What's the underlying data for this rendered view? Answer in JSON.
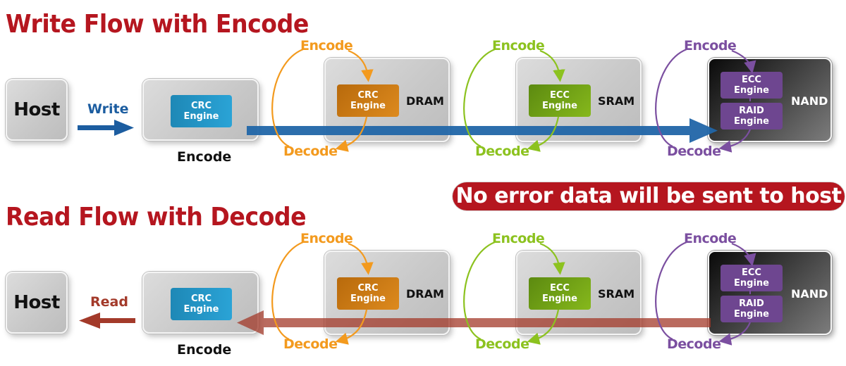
{
  "write_flow": {
    "title": "Write Flow with Encode",
    "host_label": "Host",
    "arrow_label": "Write",
    "host_side_engine": {
      "name": "CRC\nEngine",
      "line1": "CRC",
      "line2": "Engine",
      "caption": "Encode"
    },
    "stages": [
      {
        "memory": "DRAM",
        "engines": [
          {
            "line1": "CRC",
            "line2": "Engine"
          }
        ],
        "encode_label": "Encode",
        "decode_label": "Decode",
        "color": "#f39a1e"
      },
      {
        "memory": "SRAM",
        "engines": [
          {
            "line1": "ECC",
            "line2": "Engine"
          }
        ],
        "encode_label": "Encode",
        "decode_label": "Decode",
        "color": "#8cc21f"
      },
      {
        "memory": "NAND",
        "engines": [
          {
            "line1": "ECC",
            "line2": "Engine"
          },
          {
            "line1": "RAID",
            "line2": "Engine"
          }
        ],
        "encode_label": "Encode",
        "decode_label": "Decode",
        "color": "#7b4fa0"
      }
    ],
    "arrow_color": "#1f67a8"
  },
  "banner": {
    "text": "No error data will be sent to host",
    "color": "#b5161f"
  },
  "read_flow": {
    "title": "Read Flow with Decode",
    "host_label": "Host",
    "arrow_label": "Read",
    "host_side_engine": {
      "line1": "CRC",
      "line2": "Engine",
      "caption": "Encode"
    },
    "stages": [
      {
        "memory": "DRAM",
        "engines": [
          {
            "line1": "CRC",
            "line2": "Engine"
          }
        ],
        "encode_label": "Encode",
        "decode_label": "Decode",
        "color": "#f39a1e"
      },
      {
        "memory": "SRAM",
        "engines": [
          {
            "line1": "ECC",
            "line2": "Engine"
          }
        ],
        "encode_label": "Encode",
        "decode_label": "Decode",
        "color": "#8cc21f"
      },
      {
        "memory": "NAND",
        "engines": [
          {
            "line1": "ECC",
            "line2": "Engine"
          },
          {
            "line1": "RAID",
            "line2": "Engine"
          }
        ],
        "encode_label": "Encode",
        "decode_label": "Decode",
        "color": "#7b4fa0"
      }
    ],
    "arrow_color": "#a33a2a"
  }
}
